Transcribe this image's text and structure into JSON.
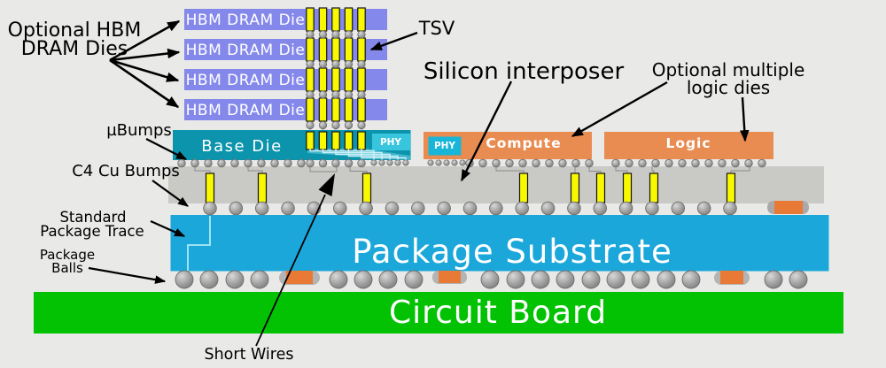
{
  "labels": {
    "optional_hbm_line1": "Optional HBM",
    "optional_hbm_line2": "DRAM Dies",
    "tsv": "TSV",
    "silicon_interposer": "Silicon interposer",
    "optional_logic_line1": "Optional multiple",
    "optional_logic_line2": "logic dies",
    "ubumps": "µBumps",
    "c4_bumps": "C4 Cu Bumps",
    "trace_line1": "Standard",
    "trace_line2": "Package Trace",
    "balls_line1": "Package",
    "balls_line2": "Balls",
    "short_wires": "Short Wires"
  },
  "dies": {
    "hbm": "HBM DRAM Die",
    "base": "Base Die",
    "phy": "PHY",
    "compute": "Compute",
    "logic": "Logic"
  },
  "layers": {
    "substrate": "Package Substrate",
    "board": "Circuit Board"
  },
  "colors": {
    "hbm_die": "#8488eb",
    "base_die": "#0d94ad",
    "phy_box": "#38c6de",
    "phy_box2": "#17b5d8",
    "logic_die": "#e98c52",
    "interposer": "#c9c9c6",
    "substrate": "#1ba7da",
    "board": "#03c203",
    "tsv_yellow": "#f8f800",
    "bump_gray": "#9a9a9a",
    "component_orange": "#e87a36",
    "background": "#e9e9e7"
  }
}
